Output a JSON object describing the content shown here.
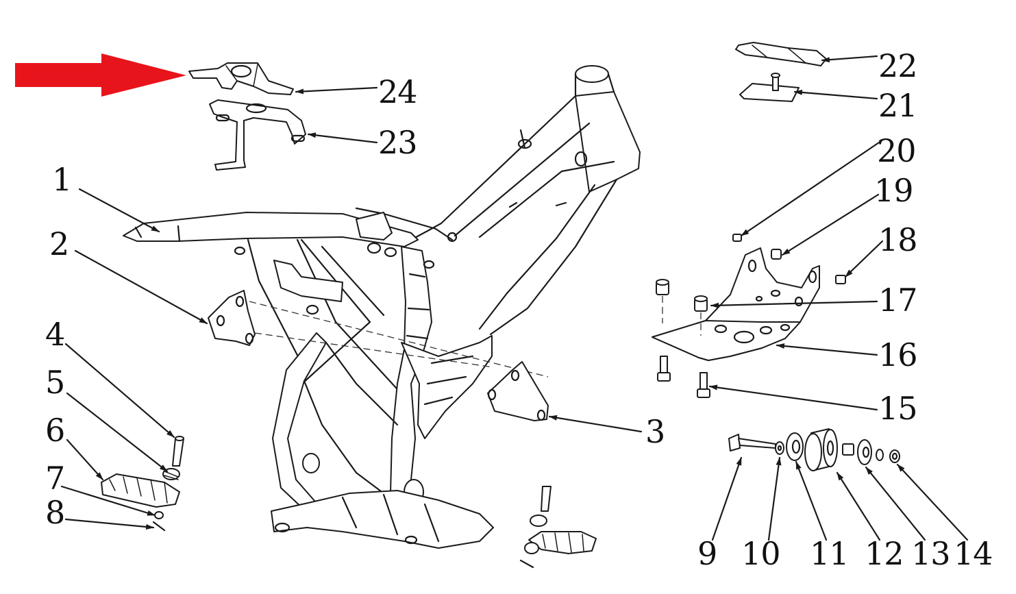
{
  "diagram": {
    "labels": [
      {
        "id": "1",
        "text": "1"
      },
      {
        "id": "2",
        "text": "2"
      },
      {
        "id": "3",
        "text": "3"
      },
      {
        "id": "4",
        "text": "4"
      },
      {
        "id": "5",
        "text": "5"
      },
      {
        "id": "6",
        "text": "6"
      },
      {
        "id": "7",
        "text": "7"
      },
      {
        "id": "8",
        "text": "8"
      },
      {
        "id": "9",
        "text": "9"
      },
      {
        "id": "10",
        "text": "10"
      },
      {
        "id": "11",
        "text": "11"
      },
      {
        "id": "12",
        "text": "12"
      },
      {
        "id": "13",
        "text": "13"
      },
      {
        "id": "14",
        "text": "14"
      },
      {
        "id": "15",
        "text": "15"
      },
      {
        "id": "16",
        "text": "16"
      },
      {
        "id": "17",
        "text": "17"
      },
      {
        "id": "18",
        "text": "18"
      },
      {
        "id": "19",
        "text": "19"
      },
      {
        "id": "20",
        "text": "20"
      },
      {
        "id": "21",
        "text": "21"
      },
      {
        "id": "22",
        "text": "22"
      },
      {
        "id": "23",
        "text": "23"
      },
      {
        "id": "24",
        "text": "24"
      }
    ],
    "highlight_arrow_color": "#e8141b",
    "highlight_target": "24"
  }
}
